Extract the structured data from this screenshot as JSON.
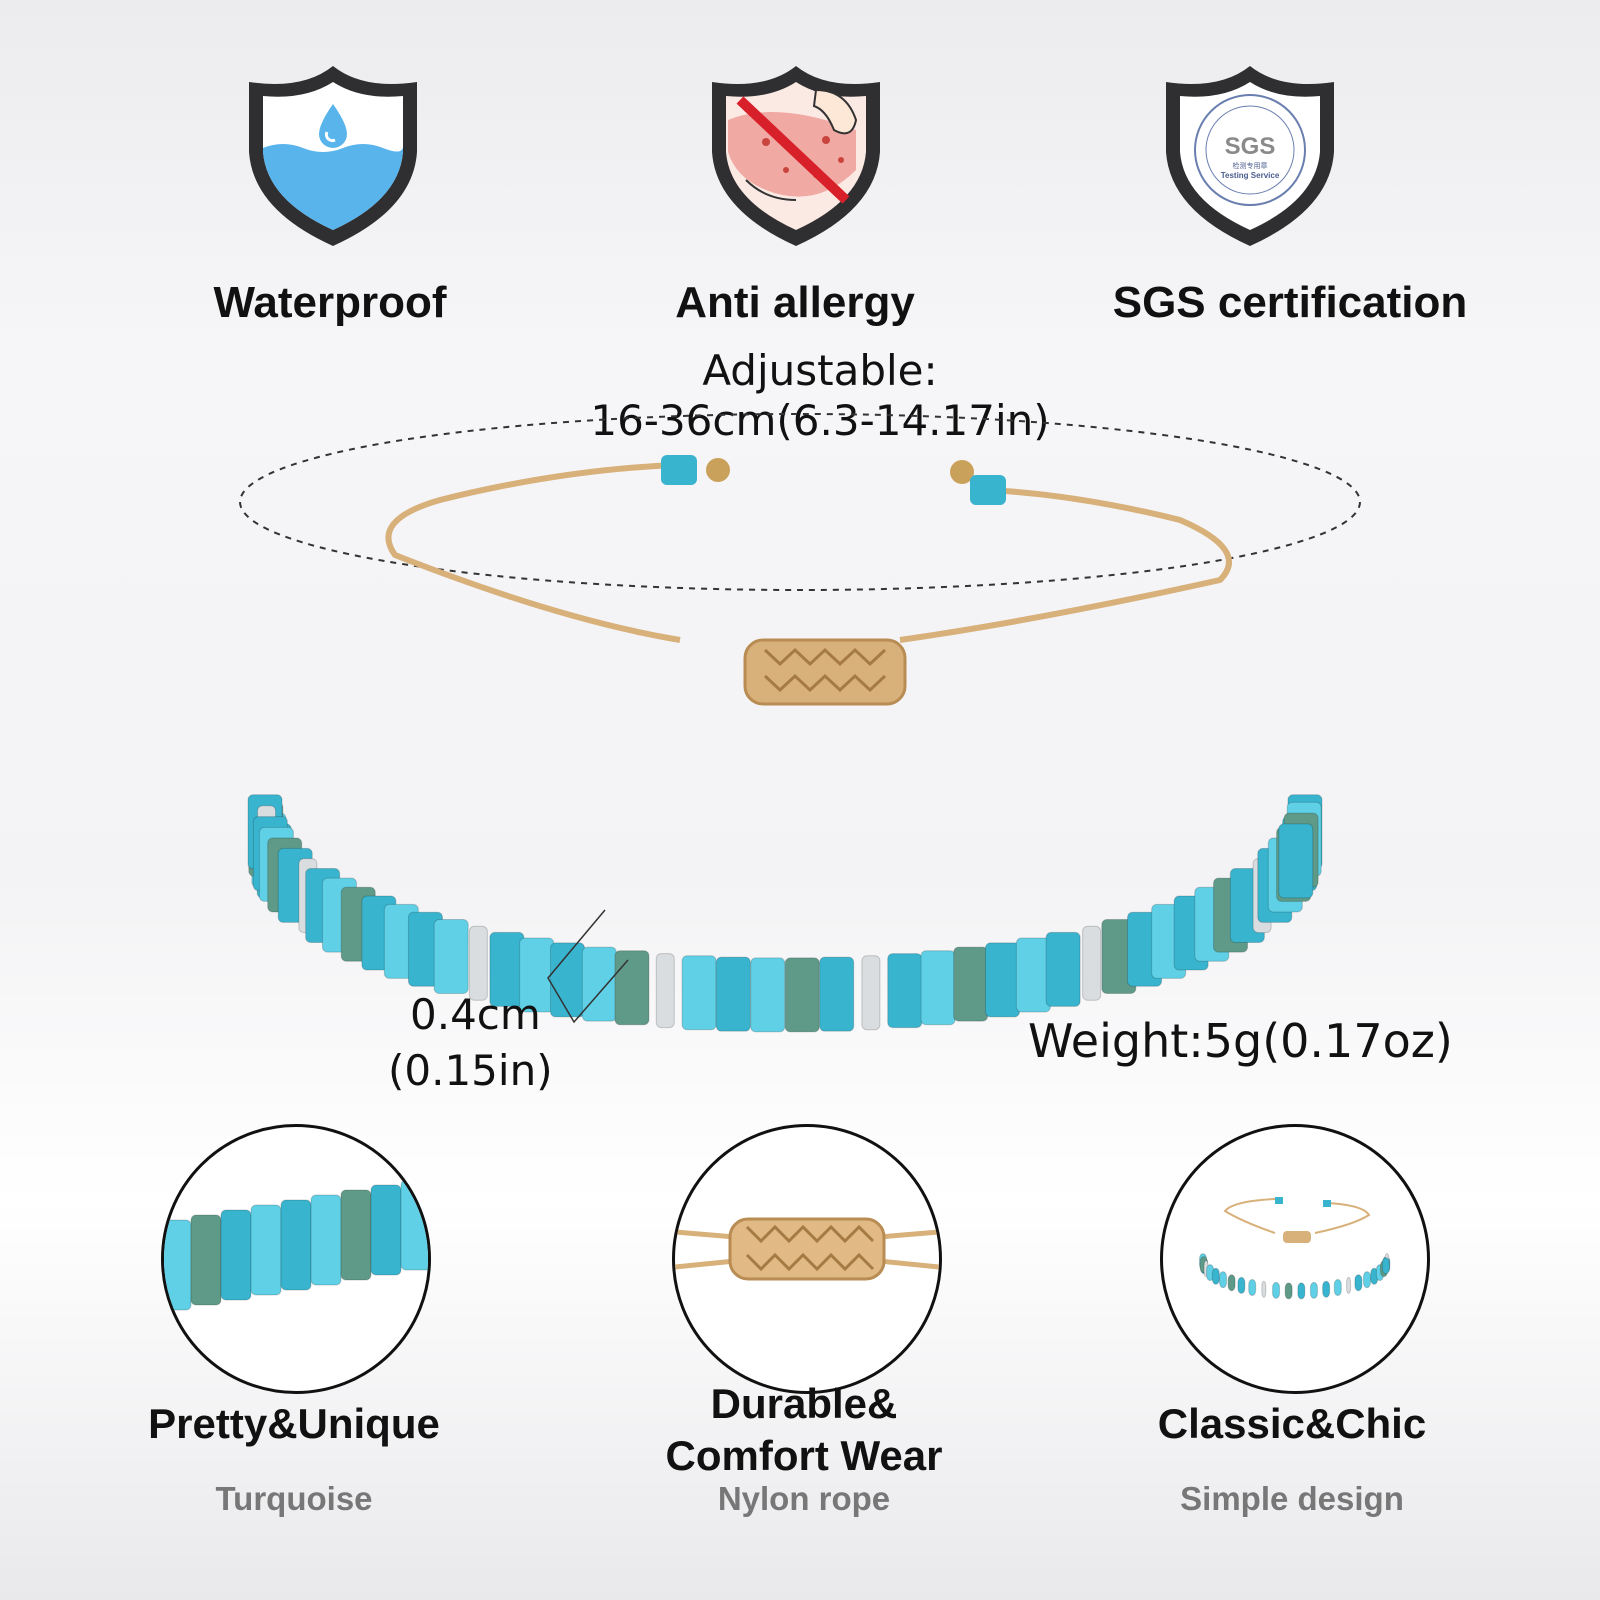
{
  "badges": [
    {
      "label": "Waterproof",
      "icon": "water-drop-icon"
    },
    {
      "label": "Anti allergy",
      "icon": "no-allergy-icon"
    },
    {
      "label": "SGS certification",
      "icon": "sgs-seal-icon"
    }
  ],
  "sgs_seal": {
    "mark": "SGS",
    "subtitle": "Testing Service",
    "chinese": "检测专用章"
  },
  "adjustable": {
    "label": "Adjustable:",
    "range": "16-36cm(6.3-14.17in)"
  },
  "bead_size": {
    "cm": "0.4cm",
    "inch": "(0.15in)"
  },
  "weight": "Weight:5g(0.17oz)",
  "features": [
    {
      "title": "Pretty&Unique",
      "subtitle": "Turquoise"
    },
    {
      "title": "Durable&",
      "title2": "Comfort Wear",
      "subtitle": "Nylon rope"
    },
    {
      "title": "Classic&Chic",
      "subtitle": "Simple design"
    }
  ],
  "colors": {
    "turquoise": "#39b4cf",
    "turquoise_light": "#5fd0e6",
    "jasper": "#5f9a88",
    "cord": "#d8b07a",
    "silver": "#d9dde0",
    "water": "#5ab4ec",
    "shield": "#2f2f31",
    "allergy_bg": "#f0a9a3",
    "no_sign": "#d8202a"
  }
}
